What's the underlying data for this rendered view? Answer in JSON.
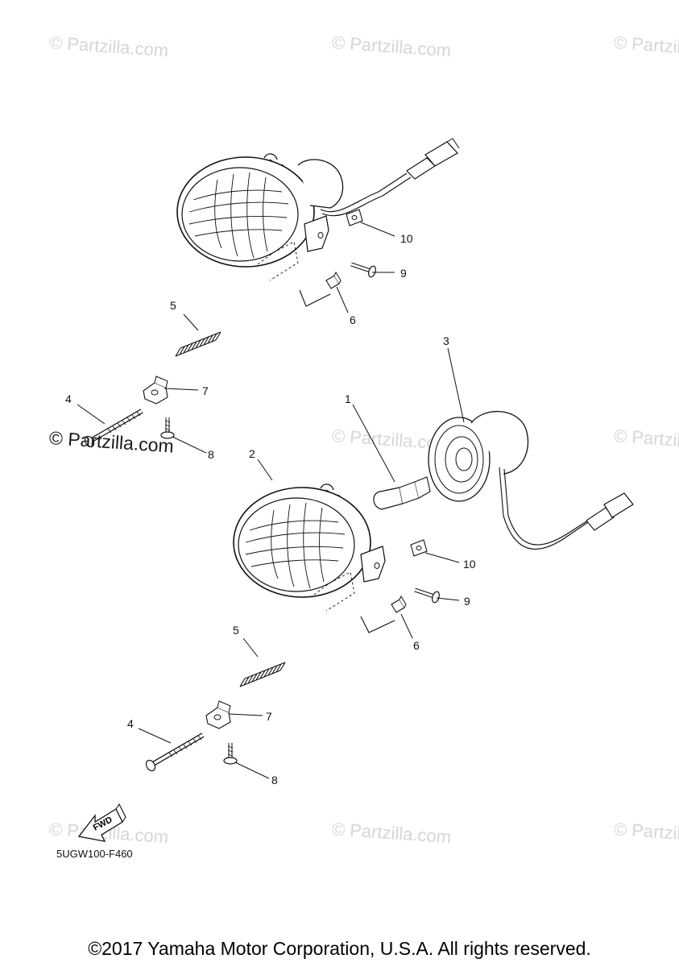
{
  "watermark_text": "© Partzilla.com",
  "callouts": {
    "c1": "1",
    "c2": "2",
    "c3": "3",
    "c4a": "4",
    "c4b": "4",
    "c5a": "5",
    "c5b": "5",
    "c6a": "6",
    "c6b": "6",
    "c7a": "7",
    "c7b": "7",
    "c8a": "8",
    "c8b": "8",
    "c9a": "9",
    "c9b": "9",
    "c10a": "10",
    "c10b": "10"
  },
  "fwd_label": "FWD",
  "diagram_code": "5UGW100-F460",
  "copyright": "©2017 Yamaha Motor Corporation, U.S.A. All rights reserved.",
  "colors": {
    "line": "#111111",
    "watermark": "#d6d6d6"
  }
}
